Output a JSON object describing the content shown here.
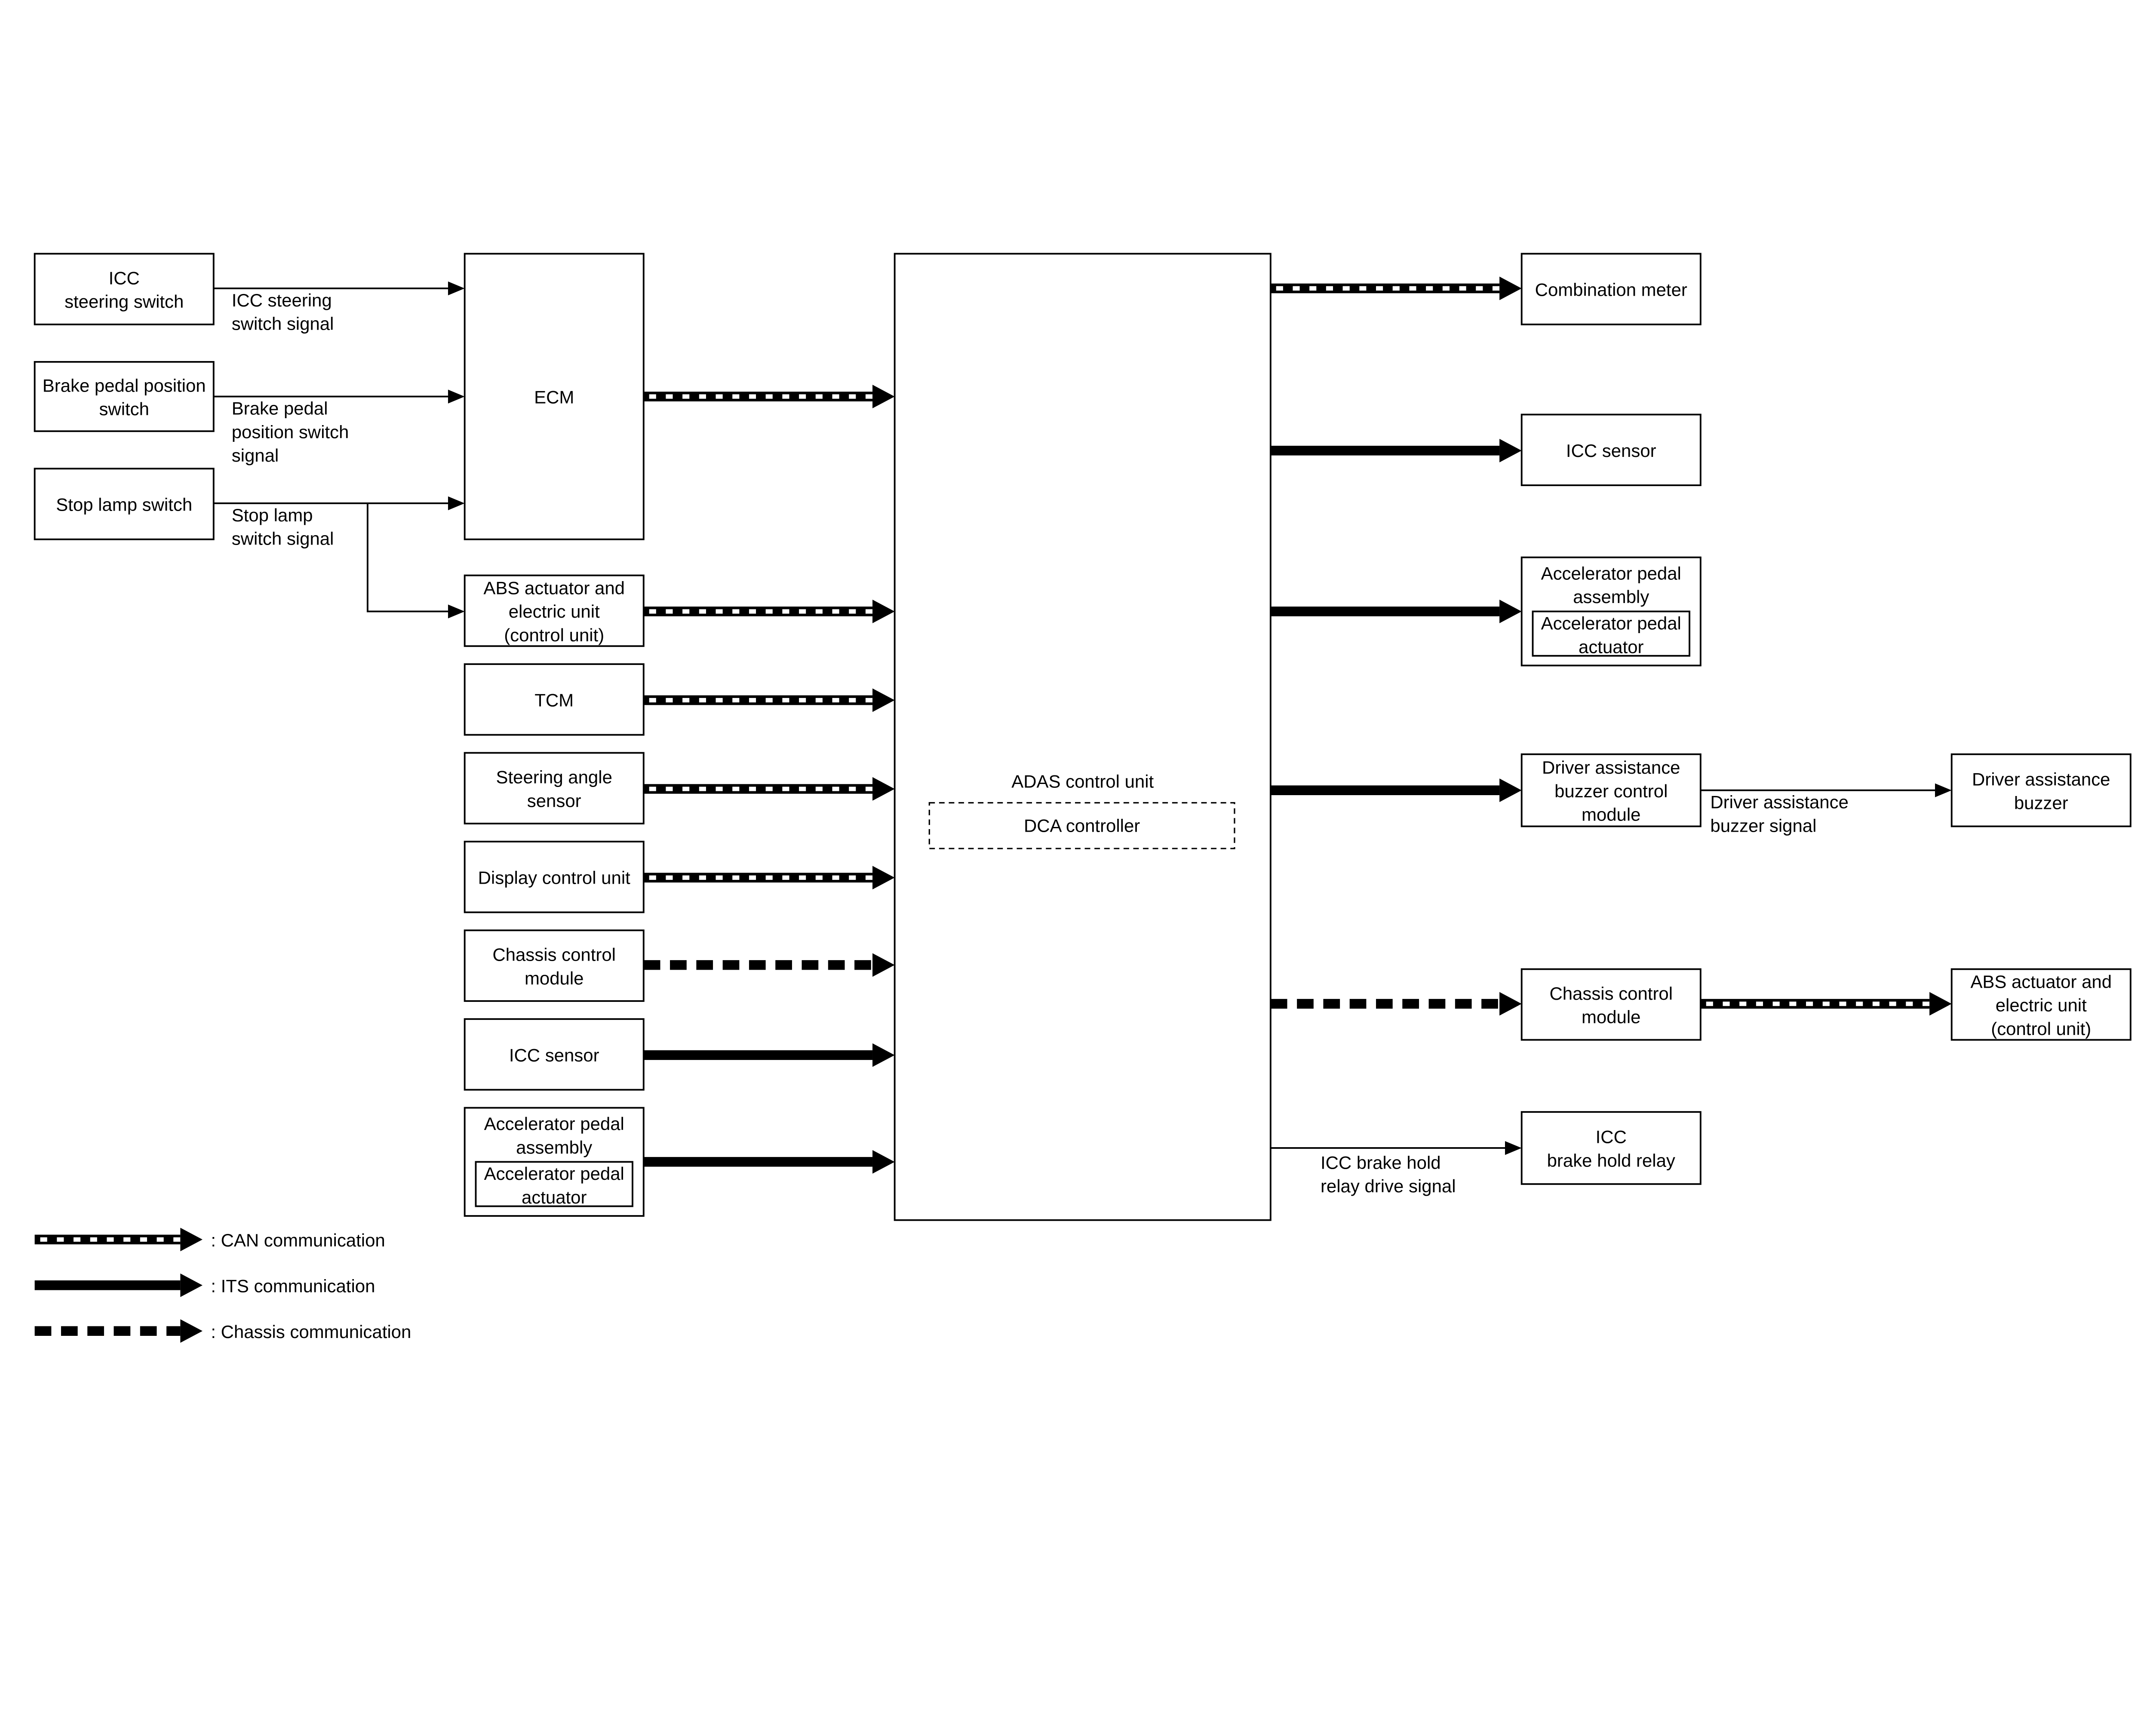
{
  "colors": {
    "line": "#000000",
    "background": "#ffffff"
  },
  "center": {
    "title": "ADAS control unit",
    "sub": "DCA controller"
  },
  "boxes": [
    {
      "id": "icc-steering-switch",
      "lines": [
        "ICC",
        "steering switch"
      ]
    },
    {
      "id": "brake-pedal-position-switch",
      "lines": [
        "Brake pedal position",
        "switch"
      ]
    },
    {
      "id": "stop-lamp-switch",
      "lines": [
        "Stop lamp switch"
      ]
    },
    {
      "id": "ecm",
      "lines": [
        "ECM"
      ]
    },
    {
      "id": "abs-actuator-left",
      "lines": [
        "ABS actuator and",
        "electric unit",
        "(control unit)"
      ]
    },
    {
      "id": "tcm",
      "lines": [
        "TCM"
      ]
    },
    {
      "id": "steering-angle-sensor",
      "lines": [
        "Steering angle",
        "sensor"
      ]
    },
    {
      "id": "display-control-unit",
      "lines": [
        "Display control unit"
      ]
    },
    {
      "id": "chassis-control-module-left",
      "lines": [
        "Chassis control",
        "module"
      ]
    },
    {
      "id": "icc-sensor-left",
      "lines": [
        "ICC sensor"
      ]
    },
    {
      "id": "accelerator-pedal-assembly-left",
      "lines": [
        "Accelerator pedal",
        "assembly"
      ],
      "inner": [
        "Accelerator pedal",
        "actuator"
      ]
    },
    {
      "id": "combination-meter",
      "lines": [
        "Combination meter"
      ]
    },
    {
      "id": "icc-sensor-right",
      "lines": [
        "ICC sensor"
      ]
    },
    {
      "id": "accelerator-pedal-assembly-right",
      "lines": [
        "Accelerator pedal",
        "assembly"
      ],
      "inner": [
        "Accelerator pedal",
        "actuator"
      ]
    },
    {
      "id": "driver-assistance-buzzer-control-module",
      "lines": [
        "Driver assistance",
        "buzzer control",
        "module"
      ]
    },
    {
      "id": "chassis-control-module-right",
      "lines": [
        "Chassis control",
        "module"
      ]
    },
    {
      "id": "icc-brake-hold-relay",
      "lines": [
        "ICC",
        "brake hold relay"
      ]
    },
    {
      "id": "driver-assistance-buzzer",
      "lines": [
        "Driver assistance",
        "buzzer"
      ]
    },
    {
      "id": "abs-actuator-right",
      "lines": [
        "ABS actuator and",
        "electric unit",
        "(control unit)"
      ]
    }
  ],
  "connections": [
    {
      "type": "signal",
      "label": [
        "ICC steering",
        "switch signal"
      ]
    },
    {
      "type": "signal",
      "label": [
        "Brake pedal",
        "position switch",
        "signal"
      ]
    },
    {
      "type": "signal",
      "label": [
        "Stop lamp",
        "switch signal"
      ]
    },
    {
      "type": "signal",
      "label": []
    },
    {
      "type": "CAN",
      "label": []
    },
    {
      "type": "CAN",
      "label": []
    },
    {
      "type": "CAN",
      "label": []
    },
    {
      "type": "CAN",
      "label": []
    },
    {
      "type": "CAN",
      "label": []
    },
    {
      "type": "Chassis",
      "label": []
    },
    {
      "type": "ITS",
      "label": []
    },
    {
      "type": "ITS",
      "label": []
    },
    {
      "type": "CAN",
      "label": []
    },
    {
      "type": "ITS",
      "label": []
    },
    {
      "type": "ITS",
      "label": []
    },
    {
      "type": "ITS",
      "label": []
    },
    {
      "type": "Chassis",
      "label": []
    },
    {
      "type": "signal",
      "label": [
        "ICC brake hold",
        "relay drive signal"
      ]
    },
    {
      "type": "signal",
      "label": [
        "Driver assistance",
        "buzzer signal"
      ]
    },
    {
      "type": "CAN",
      "label": []
    }
  ],
  "legend": [
    {
      "type": "CAN",
      "label": ": CAN communication"
    },
    {
      "type": "ITS",
      "label": ": ITS communication"
    },
    {
      "type": "Chassis",
      "label": ": Chassis communication"
    }
  ]
}
